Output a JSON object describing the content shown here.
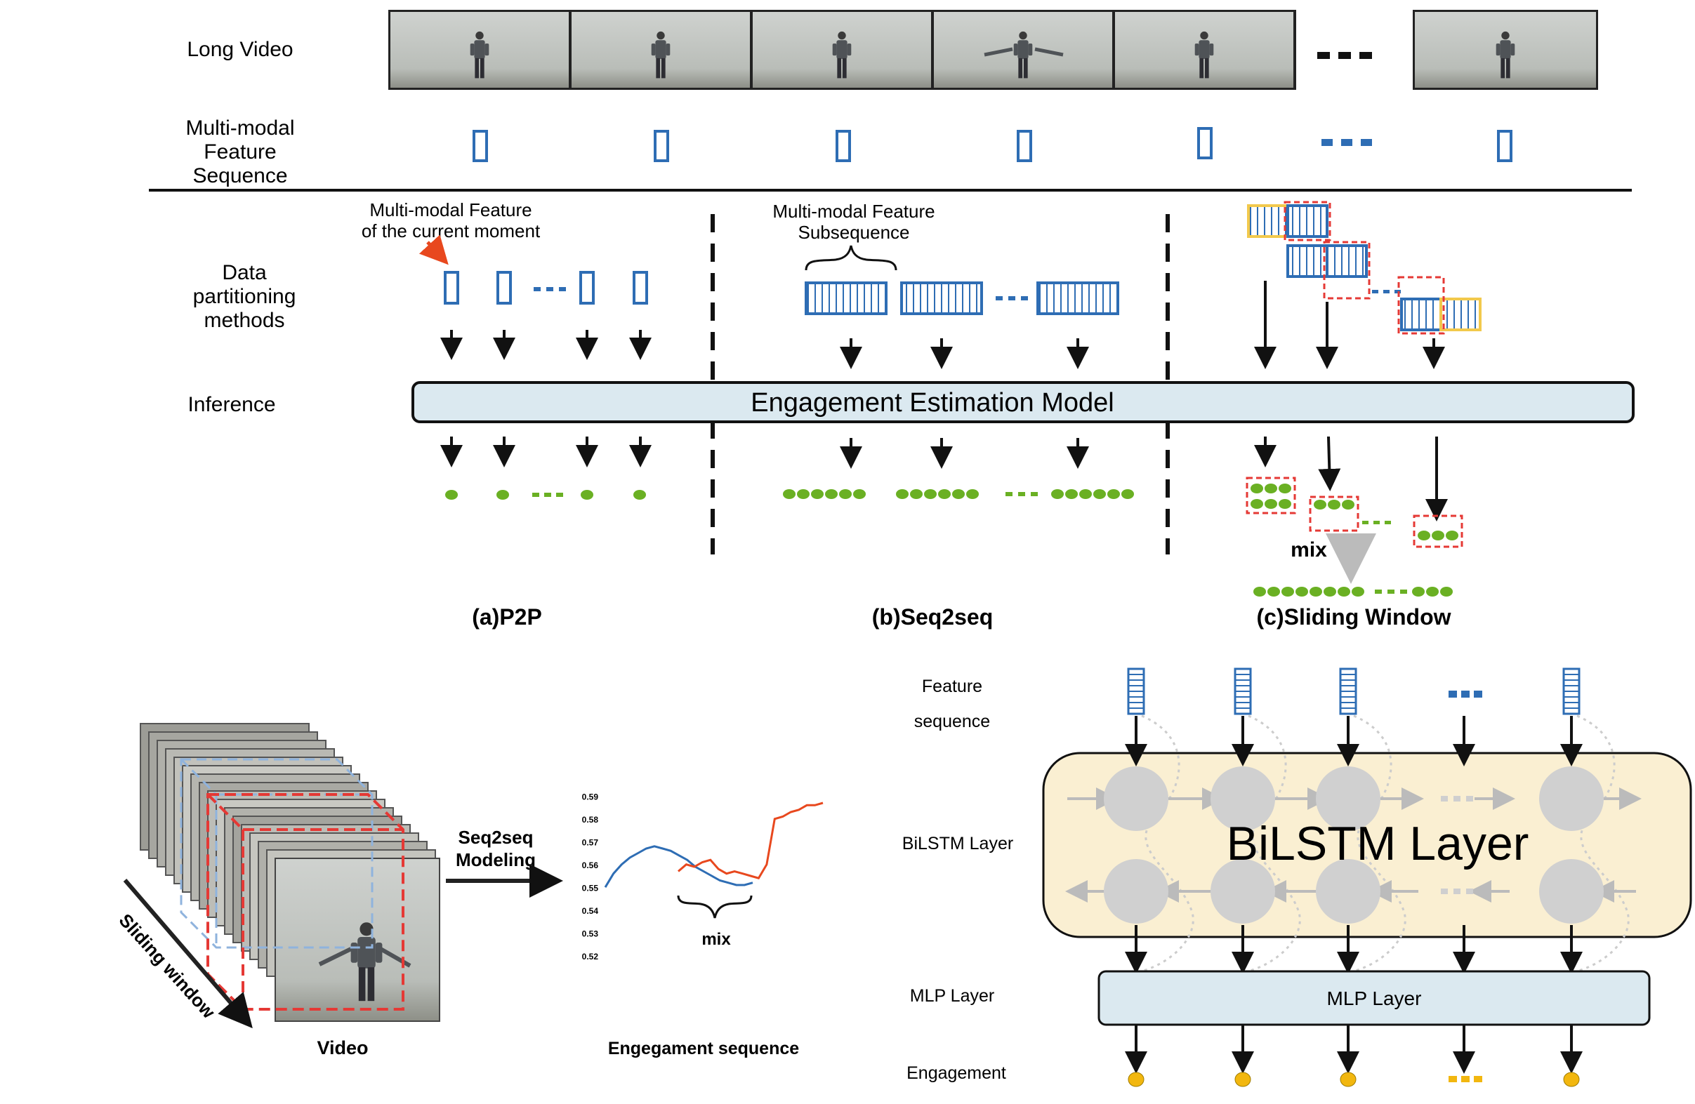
{
  "top": {
    "row_labels": {
      "long_video": "Long Video",
      "feature_seq": [
        "Multi-modal",
        "Feature",
        "Sequence"
      ],
      "data_partition": [
        "Data",
        "partitioning",
        "methods"
      ],
      "inference": "Inference"
    },
    "p2p": {
      "annotation": [
        "Multi-modal Feature",
        "of the current moment"
      ],
      "caption": "(a)P2P"
    },
    "seq2seq": {
      "annotation": [
        "Multi-modal Feature",
        "Subsequence"
      ],
      "caption": "(b)Seq2seq"
    },
    "sliding": {
      "mix_label": "mix",
      "caption": "(c)Sliding Window"
    },
    "model_label": "Engagement Estimation Model"
  },
  "bottom_left": {
    "sliding_label": "Sliding window",
    "video_label": "Video",
    "modeling_label": [
      "Seq2seq",
      "Modeling"
    ],
    "mix_label": "mix",
    "sequence_label": "Engegament sequence",
    "chart_data": {
      "type": "line",
      "yticks": [
        "0.59",
        "0.58",
        "0.57",
        "0.56",
        "0.55",
        "0.54",
        "0.53",
        "0.52"
      ],
      "ylim": [
        0.515,
        0.595
      ],
      "series": [
        {
          "color": "#2e6db4",
          "values": [
            0.55,
            0.556,
            0.56,
            0.563,
            0.565,
            0.567,
            0.568,
            0.567,
            0.566,
            0.564,
            0.562,
            0.559,
            0.557,
            0.555,
            0.553,
            0.552,
            0.551,
            0.551,
            0.552
          ]
        },
        {
          "color": "#e8481e",
          "values": [
            0.557,
            0.56,
            0.559,
            0.561,
            0.562,
            0.558,
            0.556,
            0.557,
            0.556,
            0.555,
            0.554,
            0.56,
            0.58,
            0.581,
            0.583,
            0.584,
            0.586,
            0.586,
            0.587
          ]
        }
      ]
    }
  },
  "bottom_right": {
    "labels": {
      "feature": [
        "Feature",
        "sequence"
      ],
      "bilstm": "BiLSTM Layer",
      "mlp": "MLP Layer",
      "engagement": "Engagement"
    },
    "bilstm_title": "BiLSTM Layer",
    "mlp_title": "MLP Layer"
  },
  "colors": {
    "feature_blue": "#2e6db4",
    "model_fill": "#dbe9f0",
    "pred_green": "#6ab023",
    "window_yellow": "#f2c94c",
    "window_red": "#e53935",
    "bilstm_fill": "#faefd2",
    "engagement_gold": "#f2b70f",
    "arrow_red": "#e8481e"
  }
}
